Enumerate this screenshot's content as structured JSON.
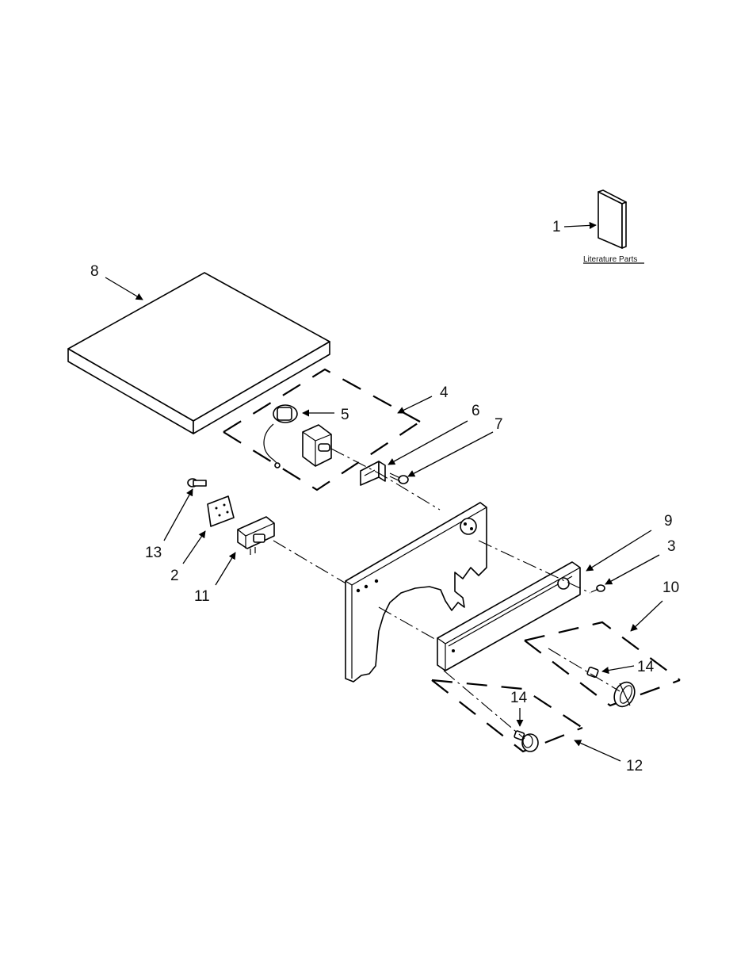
{
  "diagram": {
    "literature_caption": "Literature Parts",
    "callouts": {
      "c1": "1",
      "c2": "2",
      "c3": "3",
      "c4": "4",
      "c5": "5",
      "c6": "6",
      "c7": "7",
      "c8": "8",
      "c9": "9",
      "c10": "10",
      "c11": "11",
      "c12": "12",
      "c13": "13",
      "c14a": "14",
      "c14b": "14"
    }
  }
}
